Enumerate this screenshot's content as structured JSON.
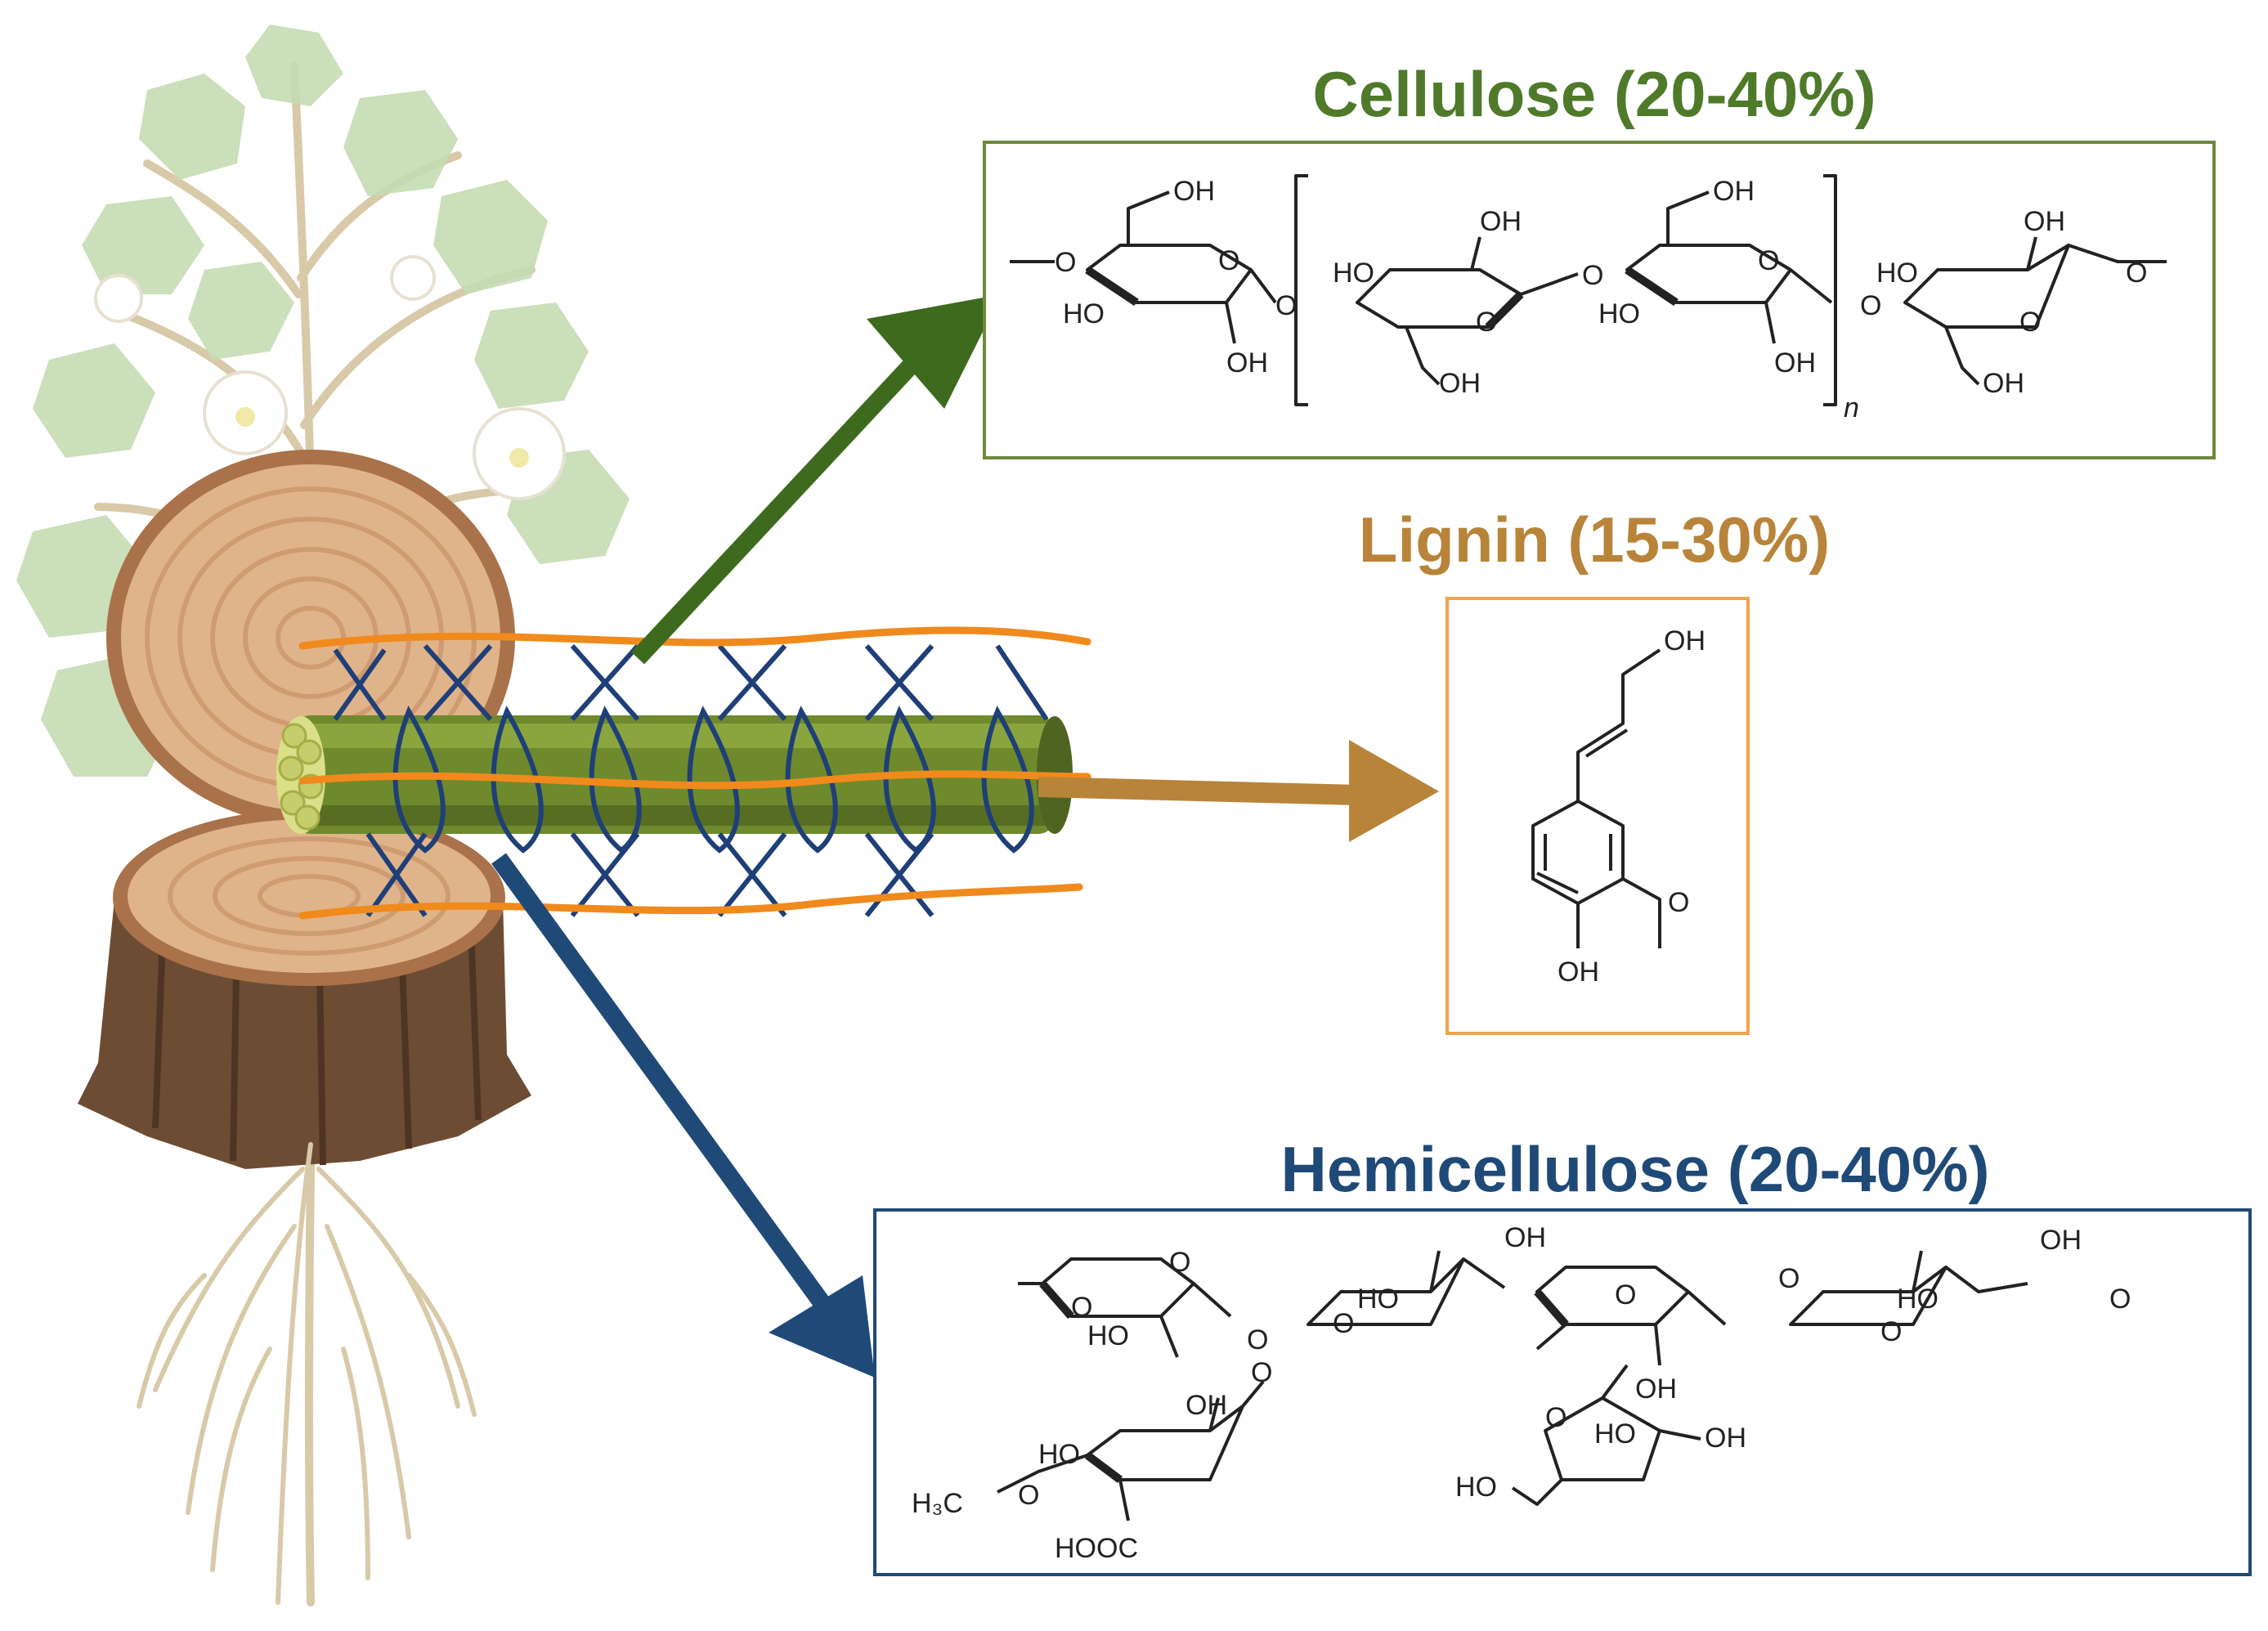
{
  "title_colors": {
    "cellulose": "#4f7a2a",
    "lignin": "#b8843a",
    "hemicellulose": "#1f4a78"
  },
  "cellulose": {
    "title": "Cellulose (20-40%)"
  },
  "lignin": {
    "title": "Lignin (15-30%)"
  },
  "hemicellulose": {
    "title": "Hemicellulose (20-40%)"
  },
  "labels": {
    "oh": "OH",
    "ho": "HO",
    "o": "O",
    "n": "n",
    "h3c": "H₃C",
    "hooc": "HOOC"
  }
}
